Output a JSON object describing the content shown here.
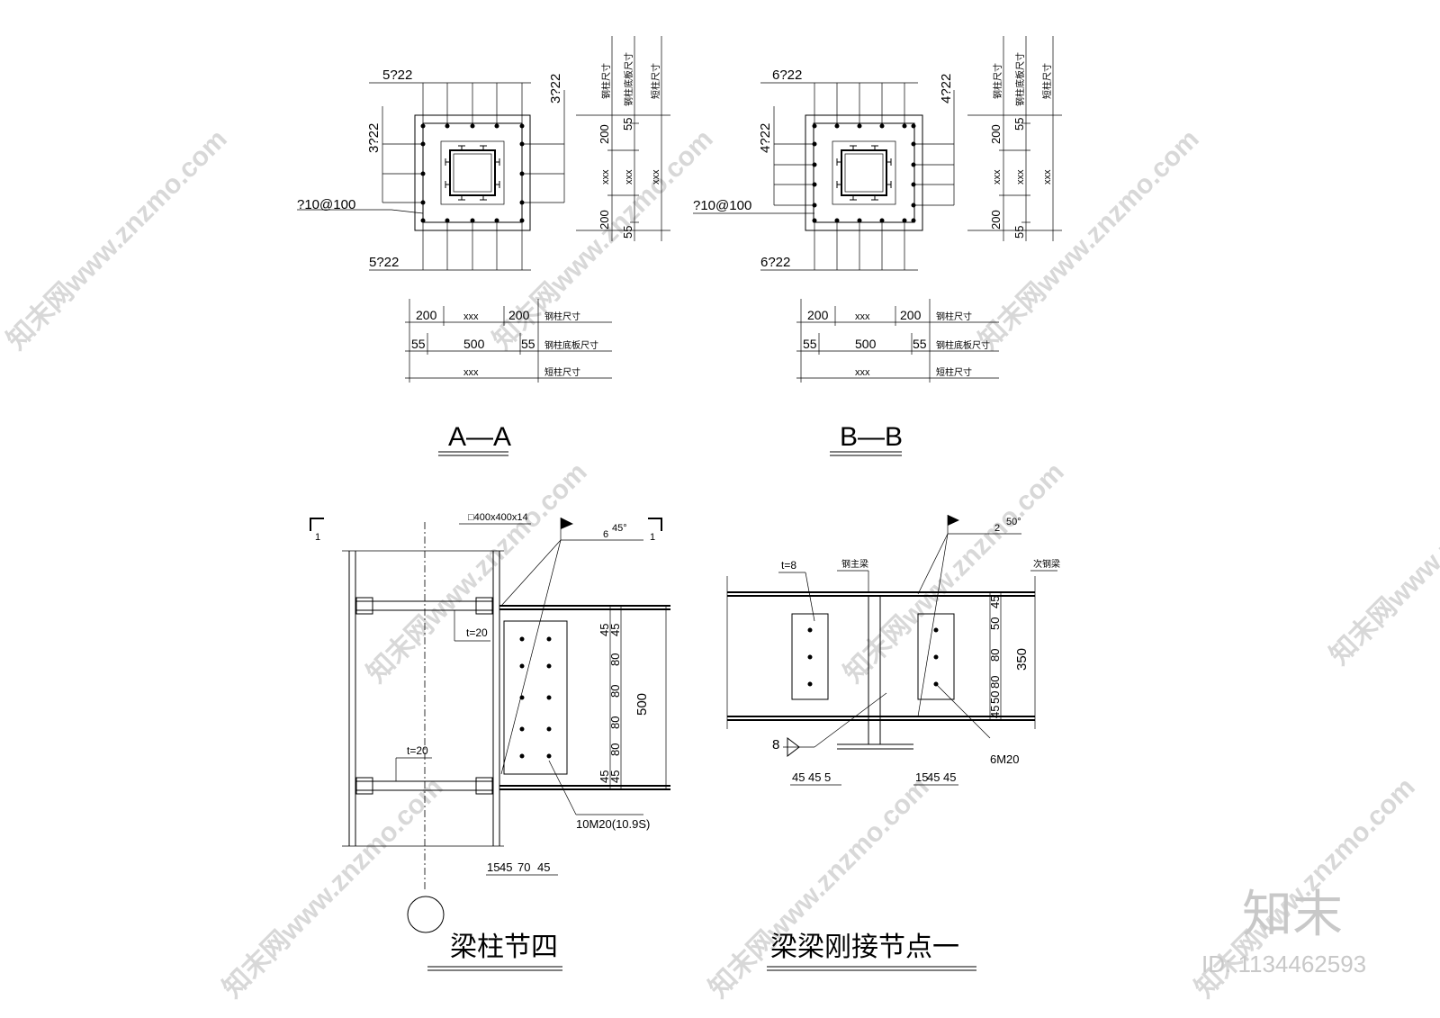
{
  "section_a": {
    "top_bars": "5?22",
    "right_bars": "3?22",
    "left_bars": "3?22",
    "stirrup": "?10@100",
    "bottom_bars": "5?22",
    "vdim_inner": [
      "200",
      "xxx",
      "200"
    ],
    "vdim_mid": [
      "55",
      "xxx",
      "55"
    ],
    "vdim_outer": [
      "xxx"
    ],
    "vlabels": [
      "钢柱尺寸",
      "钢柱底板尺寸",
      "短柱尺寸"
    ],
    "hdim_row1": [
      "200",
      "xxx",
      "200"
    ],
    "hdim_row2": [
      "55",
      "500",
      "55"
    ],
    "hdim_row3": [
      "xxx"
    ],
    "hlabels": [
      "钢柱尺寸",
      "钢柱底板尺寸",
      "短柱尺寸"
    ],
    "title": "A—A"
  },
  "section_b": {
    "top_bars": "6?22",
    "right_bars": "4?22",
    "left_bars": "4?22",
    "stirrup": "?10@100",
    "bottom_bars": "6?22",
    "vdim_inner": [
      "200",
      "xxx",
      "200"
    ],
    "vdim_mid": [
      "55",
      "xxx",
      "55"
    ],
    "vdim_outer": [
      "xxx"
    ],
    "vlabels": [
      "钢柱尺寸",
      "钢柱底板尺寸",
      "短柱尺寸"
    ],
    "hdim_row1": [
      "200",
      "xxx",
      "200"
    ],
    "hdim_row2": [
      "55",
      "500",
      "55"
    ],
    "hdim_row3": [
      "xxx"
    ],
    "hlabels": [
      "钢柱尺寸",
      "钢柱底板尺寸",
      "短柱尺寸"
    ],
    "title": "B—B"
  },
  "beam_column": {
    "section_mark": "1",
    "column_label": "□400x400x14",
    "weld_symbol": "6",
    "weld_angle": "45°",
    "plate_t_top": "t=20",
    "plate_t_bottom": "t=20",
    "vdims": [
      "45",
      "45",
      "80",
      "80",
      "80",
      "80",
      "45",
      "45"
    ],
    "total": "500",
    "bolts": "10M20(10.9S)",
    "hdims": [
      "15",
      "45",
      "70",
      "45"
    ],
    "title": "梁柱节四"
  },
  "beam_beam": {
    "t_label": "t=8",
    "left_label": "钢主梁",
    "right_label": "次钢梁",
    "weld_symbol": "2",
    "weld_angle": "50°",
    "vdims": [
      "45",
      "50",
      "80",
      "80",
      "50",
      "45"
    ],
    "total": "350",
    "weld_size": "8",
    "bolts": "6M20",
    "hdims_left": [
      "45",
      "45",
      "5"
    ],
    "hdims_right": [
      "15",
      "45",
      "45"
    ],
    "title": "梁梁刚接节点一"
  },
  "watermark": {
    "brand": "知末",
    "id": "ID: 1134462593",
    "site": "知末网www.znzmo.com"
  }
}
